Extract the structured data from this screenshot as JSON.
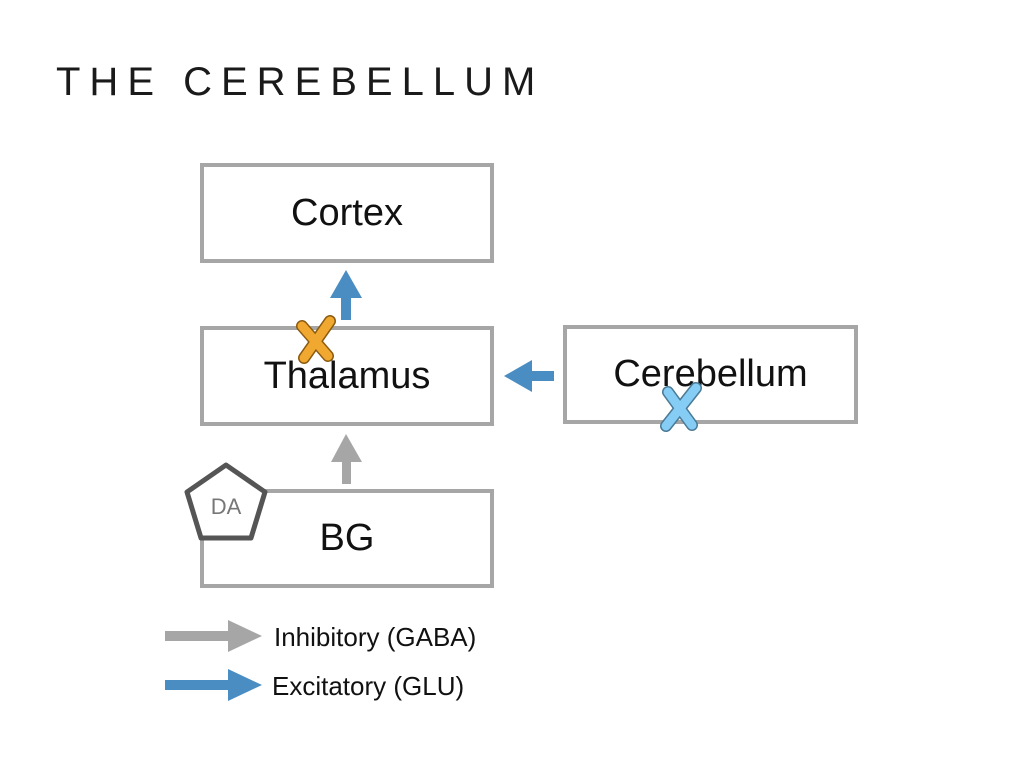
{
  "title": "THE CEREBELLUM",
  "nodes": {
    "cortex": "Cortex",
    "thalamus": "Thalamus",
    "cerebellum": "Cerebellum",
    "bg": "BG"
  },
  "dopamine_marker": "DA",
  "legend": {
    "inhibitory": "Inhibitory (GABA)",
    "excitatory": "Excitatory (GLU)"
  },
  "colors": {
    "inhibitory": "#a6a6a6",
    "excitatory": "#4a8dc2",
    "box_border": "#a6a6a6",
    "lesion_thalamus": "#f0a830",
    "lesion_cerebellum": "#86cdf5",
    "pentagon": "#555555"
  }
}
